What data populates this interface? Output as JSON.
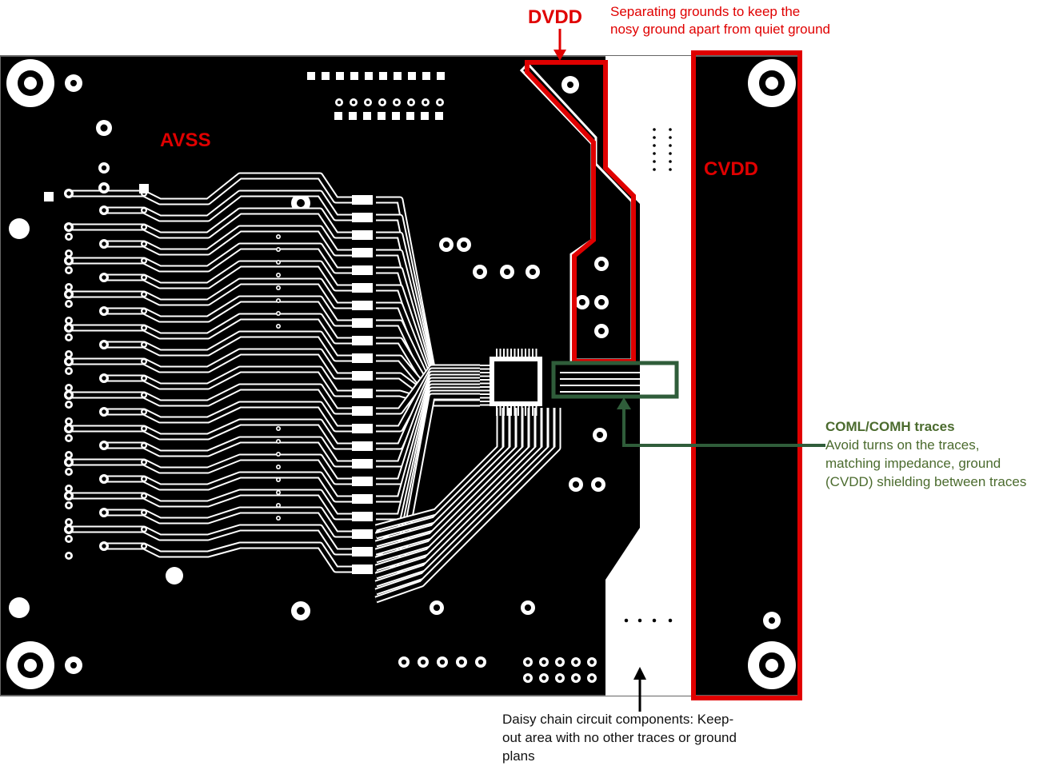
{
  "labels": {
    "dvdd": "DVDD",
    "avss": "AVSS",
    "cvdd": "CVDD"
  },
  "notes": {
    "separating_line1": "Separating grounds to keep the",
    "separating_line2": "nosy ground apart from quiet ground",
    "coml_title": "COML/COMH traces",
    "coml_line1": "Avoid turns on the traces,",
    "coml_line2": "matching impedance, ground",
    "coml_line3": "(CVDD) shielding between traces",
    "daisy_line1": "Daisy chain circuit components: Keep-",
    "daisy_line2": "out area with no other traces or ground",
    "daisy_line3": "plans"
  },
  "colors": {
    "board": "#000000",
    "copper_gap": "#ffffff",
    "highlight_red": "#e00000",
    "highlight_green": "#2f5d3a",
    "note_green": "#4b6b2e"
  }
}
